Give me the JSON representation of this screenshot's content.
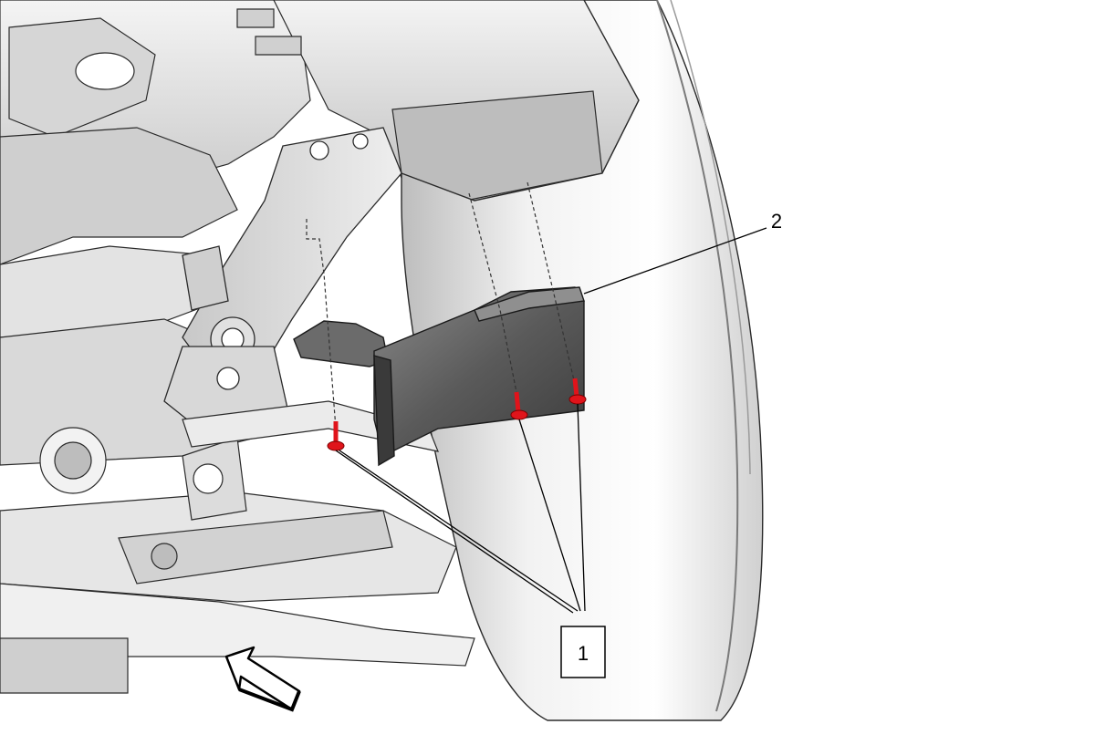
{
  "figure": {
    "callouts": [
      {
        "id": "1",
        "label": "1",
        "boxed": true
      },
      {
        "id": "2",
        "label": "2",
        "boxed": false
      }
    ],
    "fastener_color": "#e0141b",
    "leader_color": "#000000",
    "line_art_color": "#1a1a1a",
    "part_fill_dark": "#4d4d4d",
    "part_fill_light": "#d9d9d9",
    "front_arrow": {
      "icon": "direction-arrow-icon"
    }
  }
}
